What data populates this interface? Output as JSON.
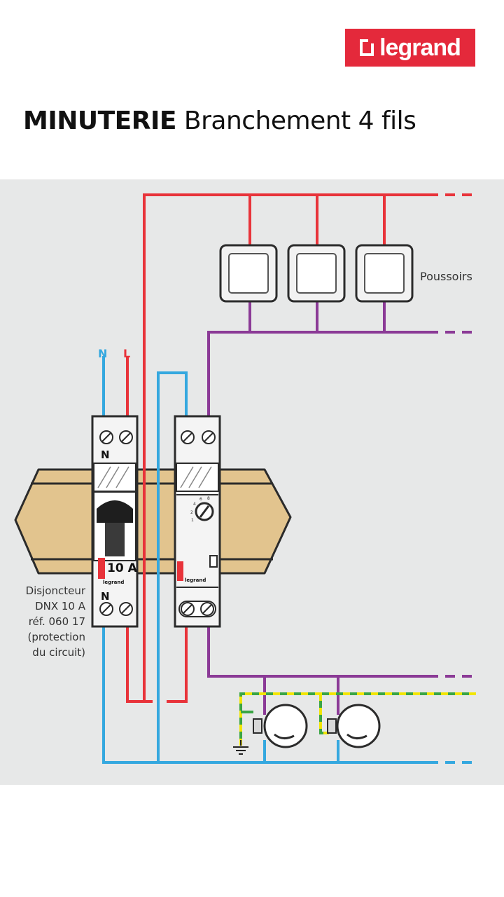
{
  "brand": {
    "name": "legrand",
    "color": "#e4293b"
  },
  "title": {
    "bold": "MINUTERIE",
    "rest": " Branchement 4 fils"
  },
  "diagram": {
    "wire_colors": {
      "phase": "#e8333a",
      "neutral": "#35a8df",
      "control": "#8b3a96",
      "earth_green": "#3aa544",
      "earth_yellow": "#f2e500"
    },
    "labels": {
      "neutral": "N",
      "line": "L",
      "pushbuttons": "Poussoirs",
      "breaker_rating": "10 A",
      "breaker_n_top": "N",
      "breaker_n_bottom": "N",
      "breaker_desc": [
        "Disjoncteur",
        "DNX 10 A",
        "réf. 060 17",
        "(protection",
        "du circuit)"
      ],
      "device_brand": "legrand",
      "dial_marks": [
        "1",
        "2",
        "4",
        "6",
        "8"
      ]
    }
  }
}
